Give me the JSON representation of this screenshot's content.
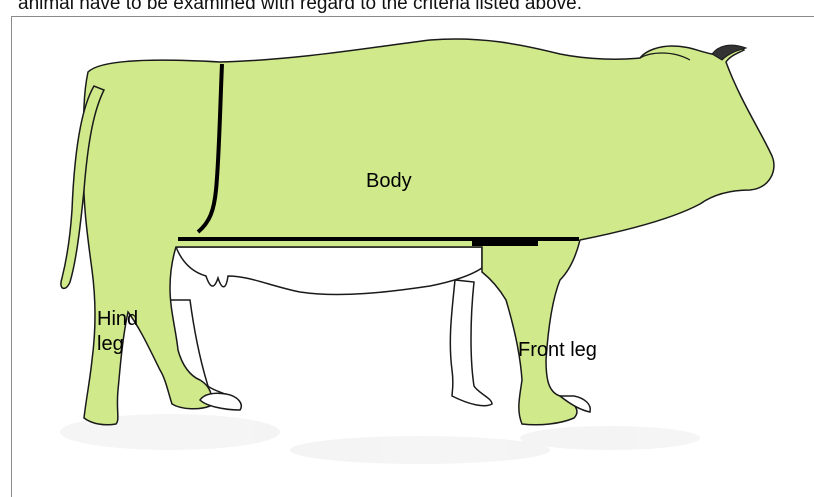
{
  "header": {
    "text": "animal have to be examined with regard to the criteria listed above."
  },
  "diagram": {
    "fill_color": "#cfe98b",
    "outline_color": "#1a1a1a",
    "labels": {
      "body": "Body",
      "hind_leg": "Hind leg",
      "front_leg": "Front leg"
    }
  }
}
